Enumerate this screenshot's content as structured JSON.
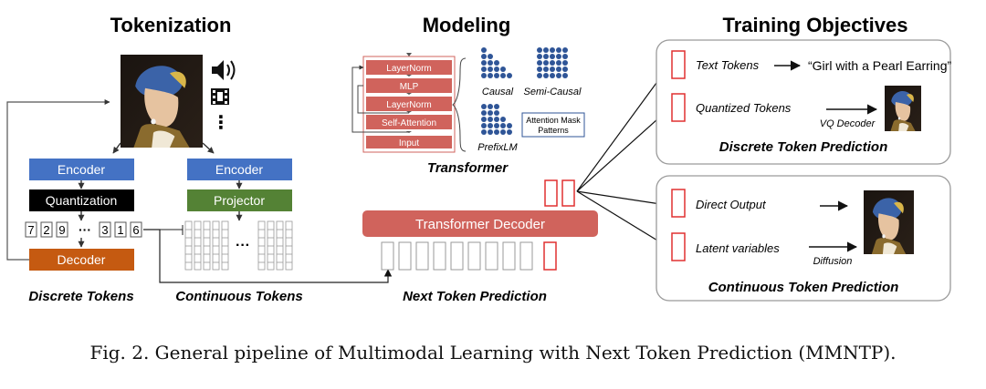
{
  "sections": {
    "tokenization": "Tokenization",
    "modeling": "Modeling",
    "training": "Training Objectives"
  },
  "tokenization": {
    "left_encoder": "Encoder",
    "quantization": "Quantization",
    "tokens": [
      "7",
      "2",
      "9",
      "···",
      "3",
      "1",
      "6"
    ],
    "decoder": "Decoder",
    "right_encoder": "Encoder",
    "projector": "Projector",
    "more_dots": "···",
    "modality_dots": "⋮",
    "discrete_label": "Discrete Tokens",
    "continuous_label": "Continuous Tokens"
  },
  "modeling": {
    "stack": [
      "LayerNorm",
      "MLP",
      "LayerNorm",
      "Self-Attention",
      "Input"
    ],
    "masks": [
      "Causal",
      "Semi-Causal",
      "PrefixLM"
    ],
    "mask_box": [
      "Attention Mask",
      "Patterns"
    ],
    "transformer_label": "Transformer",
    "decoder": "Transformer Decoder",
    "ntp_label": "Next Token Prediction"
  },
  "training": {
    "text_tokens": "Text Tokens",
    "text_output": "“Girl with a Pearl Earring”",
    "quantized_tokens": "Quantized Tokens",
    "vq_decoder": "VQ Decoder",
    "discrete_title": "Discrete Token Prediction",
    "direct_output": "Direct Output",
    "latent_variables": "Latent variables",
    "diffusion": "Diffusion",
    "continuous_title": "Continuous Token Prediction"
  },
  "caption": "Fig. 2.  General pipeline of Multimodal Learning with Next Token Prediction (MMNTP).",
  "colors": {
    "encoder_blue": "#4472c4",
    "quant_black": "#000000",
    "decoder_orange": "#c55a11",
    "projector_green": "#548235",
    "salmon": "#d0635c",
    "mask_blue": "#2f5597",
    "red": "#e03030"
  }
}
